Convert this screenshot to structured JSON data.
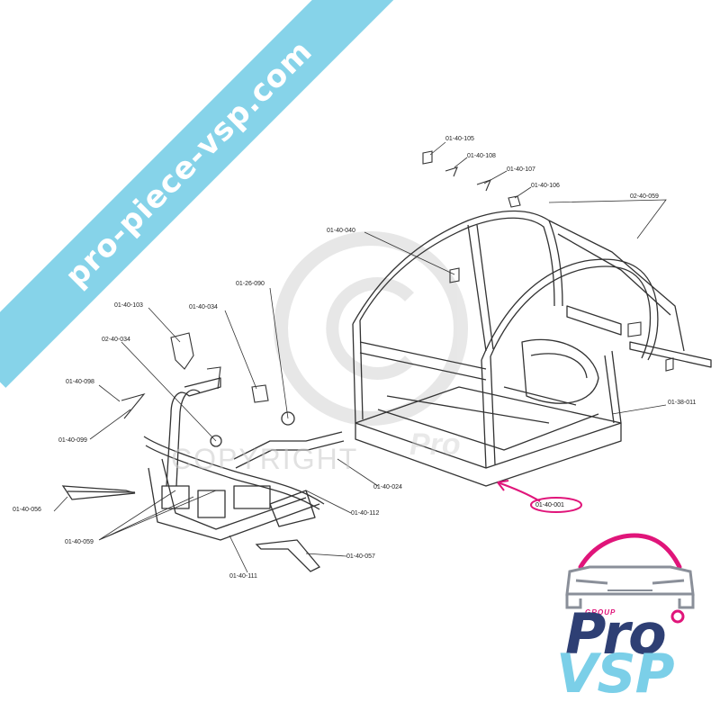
{
  "banner": {
    "text": "pro-piece-vsp.com",
    "color": "#86d3e9"
  },
  "watermark": {
    "text": "COPYRIGHT",
    "brand": "Pro"
  },
  "highlight_color": "#e0157a",
  "labels": [
    {
      "id": "01-40-105",
      "text": "01-40-105"
    },
    {
      "id": "01-40-108",
      "text": "01-40-108"
    },
    {
      "id": "01-40-107",
      "text": "01-40-107"
    },
    {
      "id": "01-40-106",
      "text": "01-40-106"
    },
    {
      "id": "02-40-059",
      "text": "02-40-059"
    },
    {
      "id": "01-40-040",
      "text": "01-40-040"
    },
    {
      "id": "01-26-090",
      "text": "01-26-090"
    },
    {
      "id": "01-40-103",
      "text": "01-40-103"
    },
    {
      "id": "01-40-034",
      "text": "01-40-034"
    },
    {
      "id": "02-40-034",
      "text": "02-40-034"
    },
    {
      "id": "01-40-098",
      "text": "01-40-098"
    },
    {
      "id": "01-40-099",
      "text": "01-40-099"
    },
    {
      "id": "01-38-011",
      "text": "01-38-011"
    },
    {
      "id": "01-40-024",
      "text": "01-40-024"
    },
    {
      "id": "01-40-001",
      "text": "01-40-001"
    },
    {
      "id": "01-40-056",
      "text": "01-40-056"
    },
    {
      "id": "01-40-112",
      "text": "01-40-112"
    },
    {
      "id": "01-40-059",
      "text": "01-40-059"
    },
    {
      "id": "01-40-057",
      "text": "01-40-057"
    },
    {
      "id": "01-40-111",
      "text": "01-40-111"
    }
  ],
  "logo": {
    "group": "GROUP",
    "pro": "Pro",
    "vsp": "VSP",
    "colors": {
      "navy": "#2e3f74",
      "pink": "#e0157a",
      "sky": "#7bcfe8",
      "grey": "#8a8f99"
    }
  }
}
